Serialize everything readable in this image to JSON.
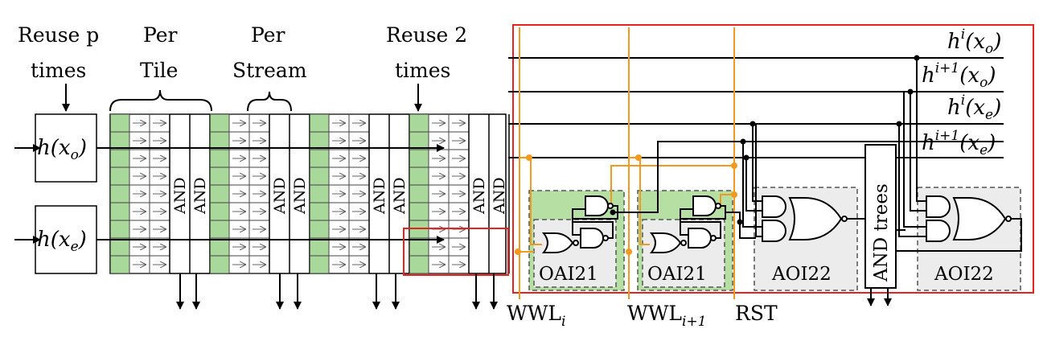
{
  "left_panel": {
    "header_reuse_p": [
      "Reuse p",
      "times"
    ],
    "header_per_tile": [
      "Per",
      "Tile"
    ],
    "header_per_stream": [
      "Per",
      "Stream"
    ],
    "header_reuse_2": [
      "Reuse 2",
      "times"
    ],
    "input_top": "h(x",
    "input_top_sub": "o",
    "input_bottom": "h(x",
    "input_bottom_sub": "e",
    "and_label": "AND"
  },
  "right_panel": {
    "signal_1": "h",
    "signal_1_sup": "i",
    "signal_1_arg": "(x",
    "signal_1_sub": "o",
    "signal_2": "h",
    "signal_2_sup": "i+1",
    "signal_2_arg": "(x",
    "signal_2_sub": "o",
    "signal_3": "h",
    "signal_3_sup": "i",
    "signal_3_arg": "(x",
    "signal_3_sub": "e",
    "signal_4": "h",
    "signal_4_sup": "i+1",
    "signal_4_arg": "(x",
    "signal_4_sub": "e",
    "gate_oai21_a": "OAI21",
    "gate_oai21_b": "OAI21",
    "gate_aoi22_a": "AOI22",
    "gate_aoi22_b": "AOI22",
    "and_trees": "AND trees",
    "wwl_i": "WWL",
    "wwl_i_sub": "i",
    "wwl_i1": "WWL",
    "wwl_i1_sub": "i+1",
    "rst": "RST"
  },
  "colors": {
    "cell_green": "#a9d99a",
    "highlight_red": "#e8231f",
    "wordline_orange": "#f39a1e",
    "oai_box_green": "#b6e0a3",
    "aoi_box_gray": "#ececec"
  }
}
